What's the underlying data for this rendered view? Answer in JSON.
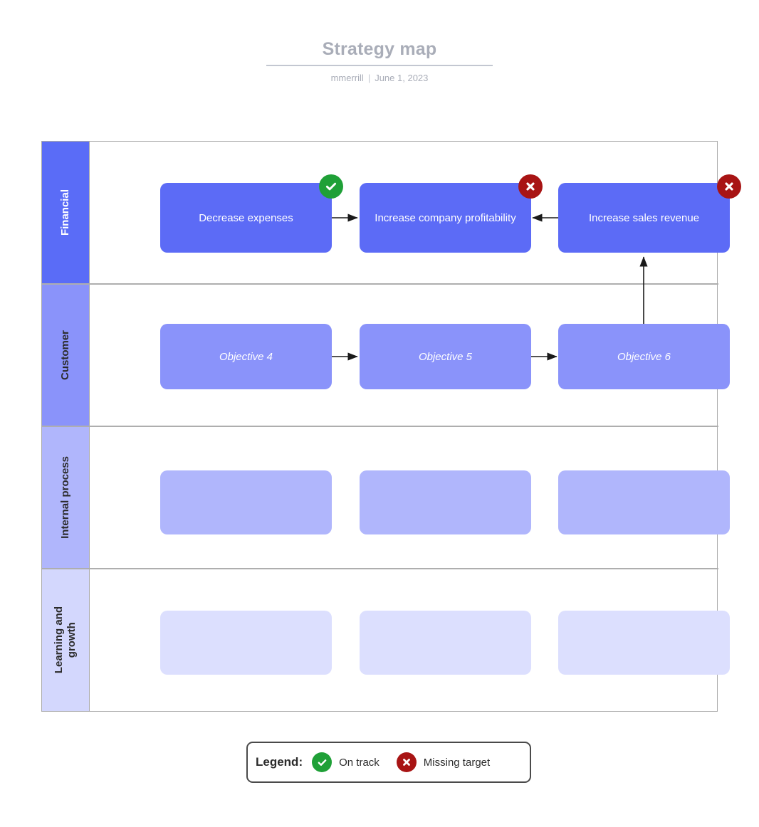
{
  "header": {
    "title": "Strategy map",
    "author": "mmerrill",
    "separator": "|",
    "date": "June 1, 2023"
  },
  "colors": {
    "financial_band": "#5a6cf7",
    "customer_band": "#8a93fa",
    "internal_band": "#b0b6fc",
    "learning_band": "#d3d7fd",
    "financial_node": "#5c6bf6",
    "customer_node": "#8a93fa",
    "internal_node": "#b0b6fc",
    "learning_node": "#dcdffe",
    "on_track": "#1fa037",
    "missing_target": "#a81414",
    "title_gray": "#a9adb8",
    "grid_border": "#aaaaaa"
  },
  "grid": {
    "rows": [
      {
        "key": "financial",
        "label": "Financial",
        "label_color": "#ffffff",
        "band_color": "#5a6cf7",
        "node_color": "#5c6bf6",
        "nodes": [
          {
            "label": "Decrease expenses",
            "status": "on-track",
            "placeholder": false
          },
          {
            "label": "Increase company profitability",
            "status": "missing-target",
            "placeholder": false
          },
          {
            "label": "Increase sales revenue",
            "status": "missing-target",
            "placeholder": false
          }
        ]
      },
      {
        "key": "customer",
        "label": "Customer",
        "label_color": "#2b2b2b",
        "band_color": "#8a93fa",
        "node_color": "#8a93fa",
        "nodes": [
          {
            "label": "Objective 4",
            "status": "none",
            "placeholder": true
          },
          {
            "label": "Objective 5",
            "status": "none",
            "placeholder": true
          },
          {
            "label": "Objective 6",
            "status": "none",
            "placeholder": true
          }
        ]
      },
      {
        "key": "internal-process",
        "label": "Internal process",
        "label_color": "#2b2b2b",
        "band_color": "#b0b6fc",
        "node_color": "#b0b6fc",
        "nodes": [
          {
            "label": "",
            "status": "none",
            "placeholder": false
          },
          {
            "label": "",
            "status": "none",
            "placeholder": false
          },
          {
            "label": "",
            "status": "none",
            "placeholder": false
          }
        ]
      },
      {
        "key": "learning-and-growth",
        "label": "Learning and\ngrowth",
        "label_color": "#2b2b2b",
        "band_color": "#d3d7fd",
        "node_color": "#dcdffe",
        "nodes": [
          {
            "label": "",
            "status": "none",
            "placeholder": false
          },
          {
            "label": "",
            "status": "none",
            "placeholder": false
          },
          {
            "label": "",
            "status": "none",
            "placeholder": false
          }
        ]
      }
    ],
    "connections": [
      {
        "from": "Decrease expenses",
        "to": "Increase company profitability",
        "direction": "right"
      },
      {
        "from": "Increase sales revenue",
        "to": "Increase company profitability",
        "direction": "left"
      },
      {
        "from": "Objective 4",
        "to": "Objective 5",
        "direction": "right"
      },
      {
        "from": "Objective 5",
        "to": "Objective 6",
        "direction": "right"
      },
      {
        "from": "Objective 6",
        "to": "Increase sales revenue",
        "direction": "up"
      }
    ]
  },
  "legend": {
    "title": "Legend:",
    "items": [
      {
        "icon": "check-circle-icon",
        "label": "On track",
        "color": "#1fa037"
      },
      {
        "icon": "x-circle-icon",
        "label": "Missing target",
        "color": "#a81414"
      }
    ]
  }
}
